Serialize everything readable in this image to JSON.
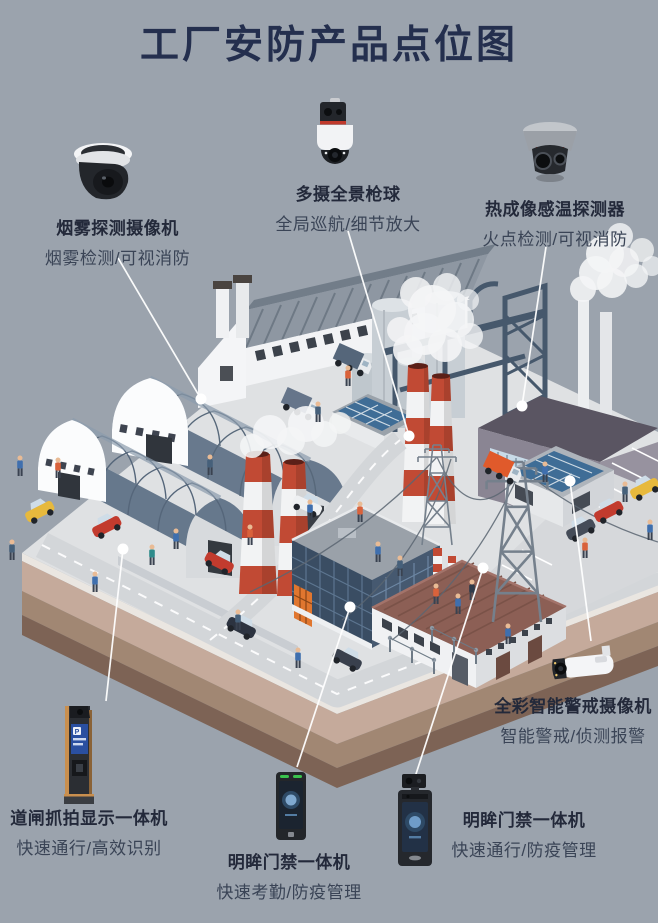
{
  "title": "工厂安防产品点位图",
  "colors": {
    "background": "#9ba3ad",
    "title": "#242f4e",
    "product_name": "#23293a",
    "product_desc": "#3a4456",
    "leader_line": "#ffffff",
    "chimney_red": "#c14a34",
    "roof_blue_gray": "#68798d",
    "soil_tan": "#c5aa9b"
  },
  "products": [
    {
      "id": "smoke-detection-camera",
      "name": "烟雾探测摄像机",
      "desc": "烟雾检测/可视消防"
    },
    {
      "id": "panoramic-ptz-camera",
      "name": "多摄全景枪球",
      "desc": "全局巡航/细节放大"
    },
    {
      "id": "thermal-temp-detector",
      "name": "热成像感温探测器",
      "desc": "火点检测/可视消防"
    },
    {
      "id": "full-color-alert-camera",
      "name": "全彩智能警戒摄像机",
      "desc": "智能警戒/侦测报警"
    },
    {
      "id": "barrier-capture-display",
      "name": "道闸抓拍显示一体机",
      "desc": "快速通行/高效识别",
      "screen_text": "P"
    },
    {
      "id": "access-terminal-attendance",
      "name": "明眸门禁一体机",
      "desc": "快速考勤/防疫管理"
    },
    {
      "id": "access-terminal-pass",
      "name": "明眸门禁一体机",
      "desc": "快速通行/防疫管理"
    }
  ]
}
